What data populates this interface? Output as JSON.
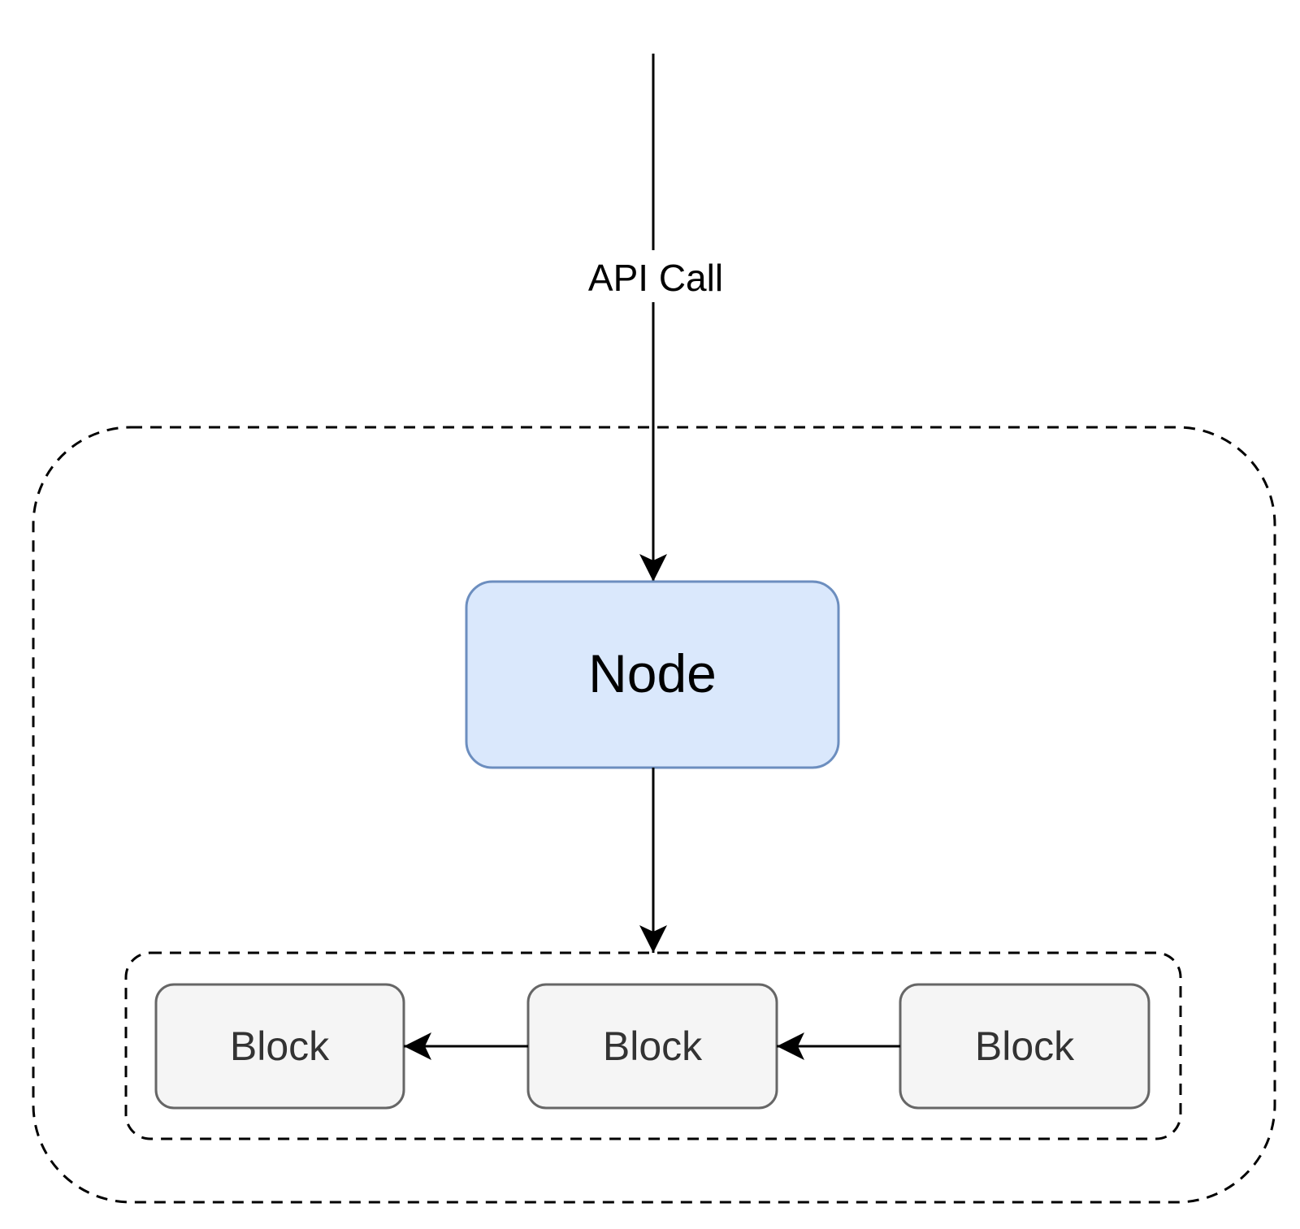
{
  "diagram": {
    "edge_label": "API Call",
    "node": {
      "label": "Node",
      "fill": "#dae8fc",
      "stroke": "#6c8ebf"
    },
    "blocks": [
      {
        "label": "Block"
      },
      {
        "label": "Block"
      },
      {
        "label": "Block"
      }
    ],
    "block_style": {
      "fill": "#f5f5f5",
      "stroke": "#666666",
      "text": "#333333"
    },
    "line_color": "#000000"
  }
}
